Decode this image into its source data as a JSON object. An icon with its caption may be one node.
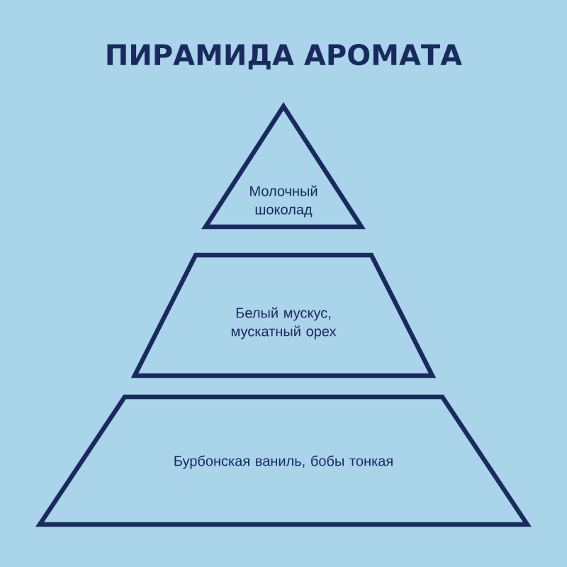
{
  "diagram": {
    "title": "ПИРАМИДА АРОМАТА",
    "nodes": [
      {
        "text": [
          "Молочный шоколад"
        ]
      },
      {
        "text": [
          "Белый мускус, мускатный орех"
        ]
      },
      {
        "text": [
          "Бурбонская ваниль, бобы тонкая"
        ]
      }
    ]
  }
}
